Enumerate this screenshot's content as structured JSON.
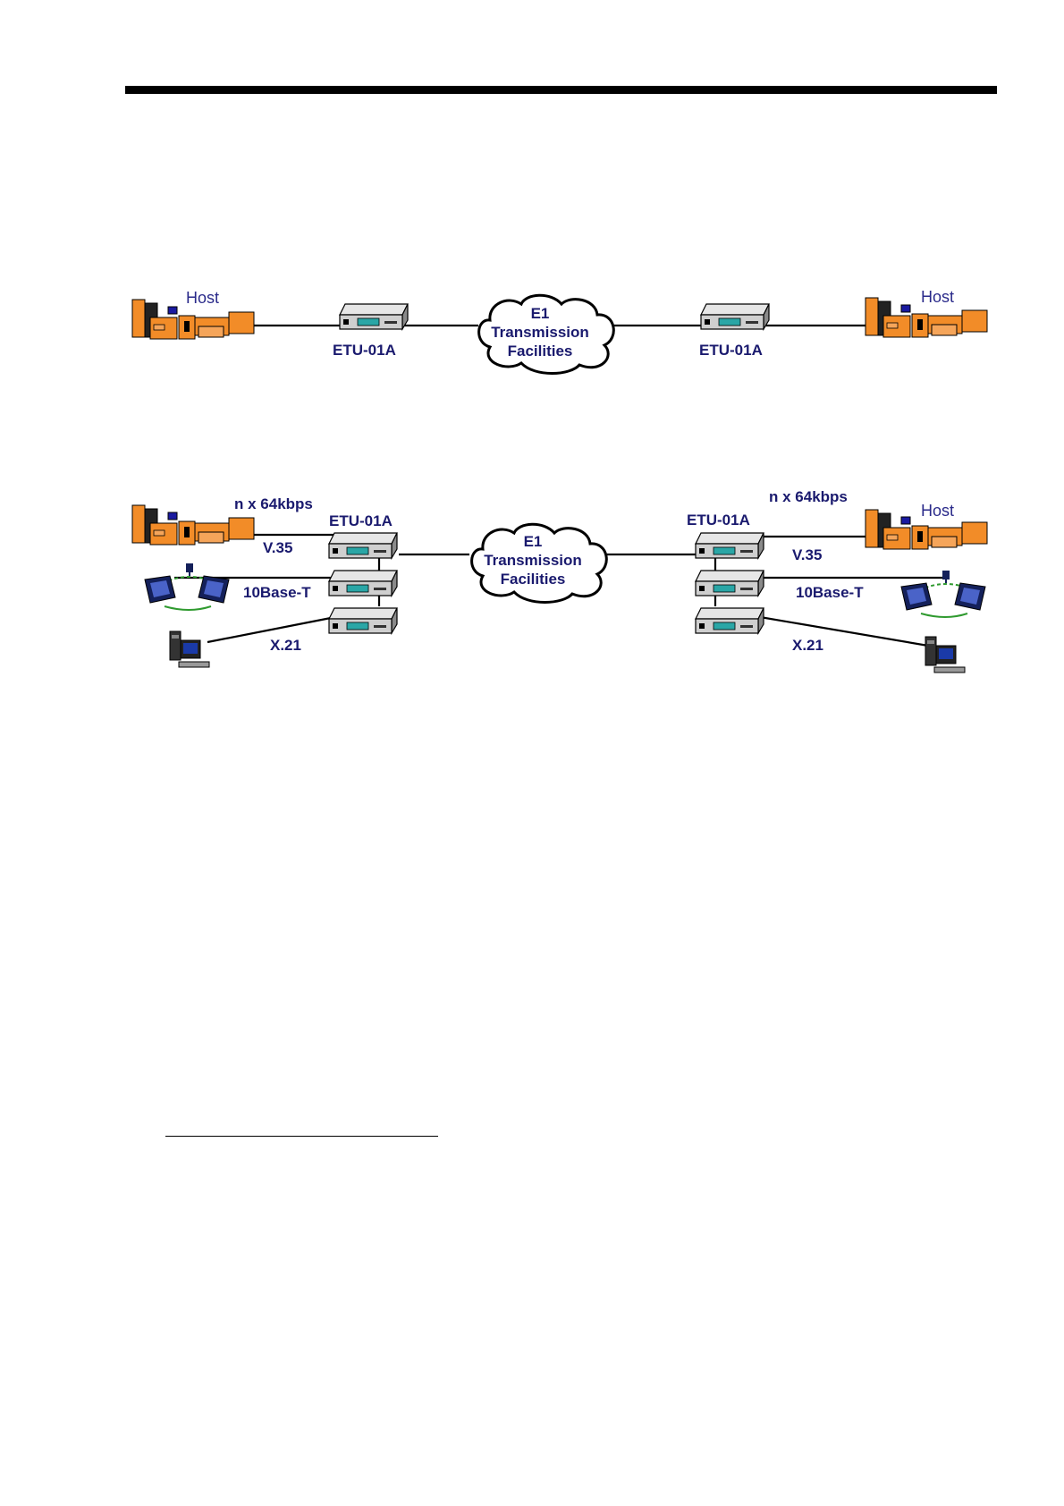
{
  "diagram1": {
    "left_host": "Host",
    "right_host": "Host",
    "left_etu": "ETU-01A",
    "right_etu": "ETU-01A",
    "cloud": {
      "line1": "E1",
      "line2": "Transmission",
      "line3": "Facilities"
    }
  },
  "diagram2": {
    "left_rate": "n x 64kbps",
    "right_rate": "n x 64kbps",
    "left_etu": "ETU-01A",
    "right_etu": "ETU-01A",
    "right_host": "Host",
    "left_v35": "V.35",
    "left_10baset": "10Base-T",
    "left_x21": "X.21",
    "right_v35": "V.35",
    "right_10baset": "10Base-T",
    "right_x21": "X.21",
    "cloud": {
      "line1": "E1",
      "line2": "Transmission",
      "line3": "Facilities"
    }
  },
  "colors": {
    "host_orange": "#f28c28",
    "label_navy": "#1a1a6e",
    "pc_blue": "#14205a",
    "lan_green": "#2f9a2f"
  }
}
